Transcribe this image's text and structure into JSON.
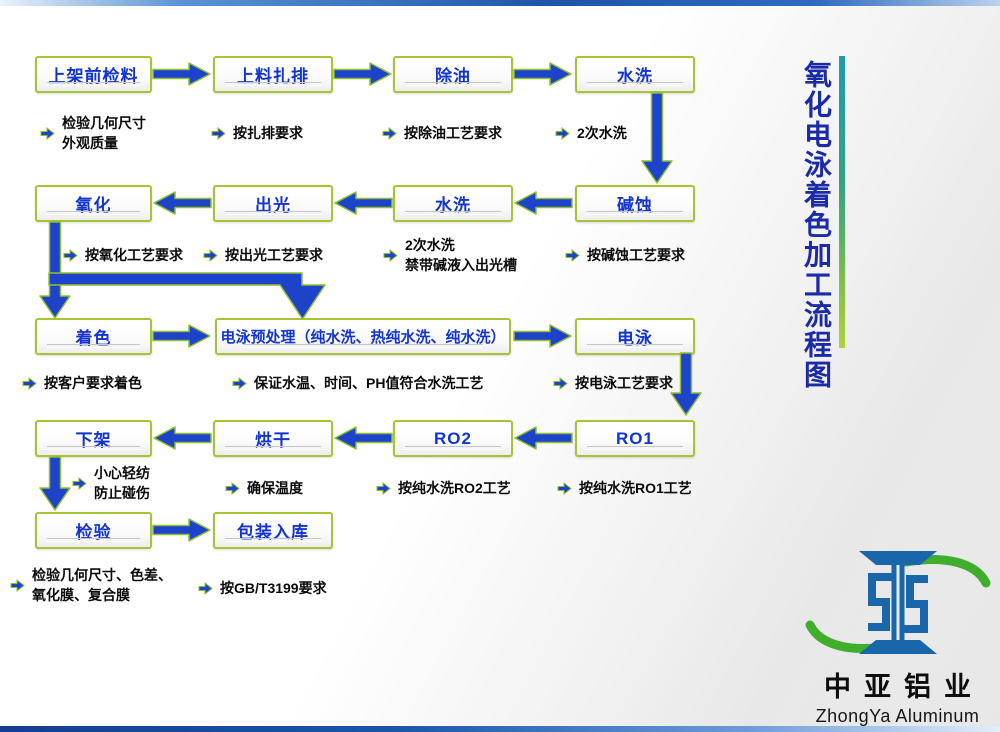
{
  "title": {
    "text": "氧化电泳着色加工流程图"
  },
  "steps": {
    "s1": "上架前检料",
    "s2": "上料扎排",
    "s3": "除油",
    "s4": "水洗",
    "s5": "碱蚀",
    "s6": "水洗",
    "s7": "出光",
    "s8": "氧化",
    "s9": "着色",
    "s10": "电泳预处理（纯水洗、热纯水洗、纯水洗）",
    "s11": "电泳",
    "s12": "RO1",
    "s13": "RO2",
    "s14": "烘干",
    "s15": "下架",
    "s16": "检验",
    "s17": "包装入库"
  },
  "notes": {
    "n1": [
      "检验几何尺寸",
      "外观质量"
    ],
    "n2": [
      "按扎排要求"
    ],
    "n3": [
      "按除油工艺要求"
    ],
    "n4": [
      "2次水洗"
    ],
    "n5": [
      "按氧化工艺要求"
    ],
    "n6": [
      "按出光工艺要求"
    ],
    "n7": [
      "2次水洗",
      "禁带碱液入出光槽"
    ],
    "n8": [
      "按碱蚀工艺要求"
    ],
    "n9": [
      "按客户要求着色"
    ],
    "n10": [
      "保证水温、时间、PH值符合水洗工艺"
    ],
    "n11": [
      "按电泳工艺要求"
    ],
    "n12": [
      "小心轻纺",
      "防止碰伤"
    ],
    "n13": [
      "确保温度"
    ],
    "n14": [
      "按纯水洗RO2工艺"
    ],
    "n15": [
      "按纯水洗RO1工艺"
    ],
    "n16": [
      "检验几何尺寸、色差、",
      "氧化膜、复合膜"
    ],
    "n17": [
      "按GB/T3199要求"
    ]
  },
  "logo": {
    "cn": "中亚铝业",
    "en": "ZhongYa Aluminum"
  },
  "colors": {
    "box_border": "#a6c434",
    "box_text": "#1334d4",
    "arrow_fill": "#1d43cb",
    "arrow_edge": "#8fc02c",
    "title_text": "#1b2aa6",
    "accent_bar_top": "#1f9bb0",
    "accent_bar_bottom": "#aed23b",
    "logo_blue": "#1a66ab",
    "logo_green": "#3fae2c"
  }
}
